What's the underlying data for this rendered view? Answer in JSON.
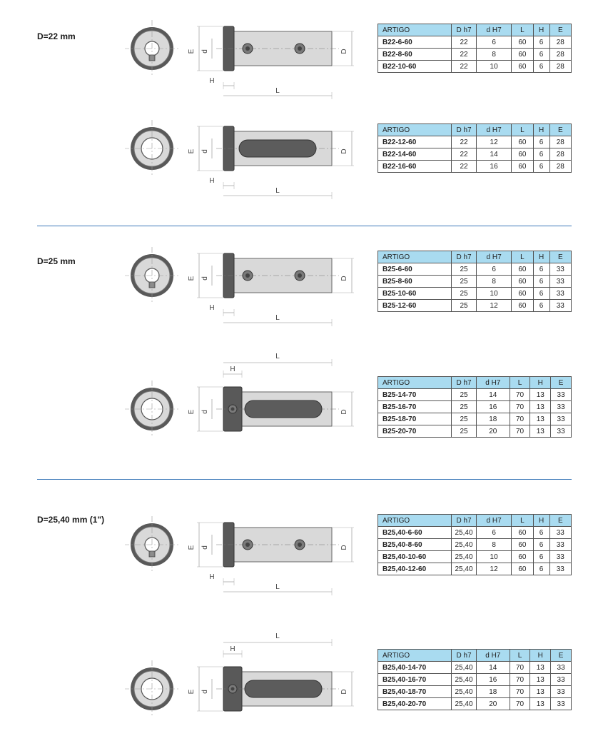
{
  "sections": [
    {
      "label": "D=22 mm"
    },
    {
      "label": "D=25 mm"
    },
    {
      "label": "D=25,40 mm (1\")"
    }
  ],
  "headers": [
    "ARTIGO",
    "D h7",
    "d H7",
    "L",
    "H",
    "E"
  ],
  "dims": {
    "E": "E",
    "d": "d",
    "D": "D",
    "H": "H",
    "L": "L"
  },
  "tables": [
    {
      "rows": [
        [
          "B22-6-60",
          "22",
          "6",
          "60",
          "6",
          "28"
        ],
        [
          "B22-8-60",
          "22",
          "8",
          "60",
          "6",
          "28"
        ],
        [
          "B22-10-60",
          "22",
          "10",
          "60",
          "6",
          "28"
        ]
      ]
    },
    {
      "rows": [
        [
          "B22-12-60",
          "22",
          "12",
          "60",
          "6",
          "28"
        ],
        [
          "B22-14-60",
          "22",
          "14",
          "60",
          "6",
          "28"
        ],
        [
          "B22-16-60",
          "22",
          "16",
          "60",
          "6",
          "28"
        ]
      ]
    },
    {
      "rows": [
        [
          "B25-6-60",
          "25",
          "6",
          "60",
          "6",
          "33"
        ],
        [
          "B25-8-60",
          "25",
          "8",
          "60",
          "6",
          "33"
        ],
        [
          "B25-10-60",
          "25",
          "10",
          "60",
          "6",
          "33"
        ],
        [
          "B25-12-60",
          "25",
          "12",
          "60",
          "6",
          "33"
        ]
      ]
    },
    {
      "rows": [
        [
          "B25-14-70",
          "25",
          "14",
          "70",
          "13",
          "33"
        ],
        [
          "B25-16-70",
          "25",
          "16",
          "70",
          "13",
          "33"
        ],
        [
          "B25-18-70",
          "25",
          "18",
          "70",
          "13",
          "33"
        ],
        [
          "B25-20-70",
          "25",
          "20",
          "70",
          "13",
          "33"
        ]
      ]
    },
    {
      "rows": [
        [
          "B25,40-6-60",
          "25,40",
          "6",
          "60",
          "6",
          "33"
        ],
        [
          "B25,40-8-60",
          "25,40",
          "8",
          "60",
          "6",
          "33"
        ],
        [
          "B25,40-10-60",
          "25,40",
          "10",
          "60",
          "6",
          "33"
        ],
        [
          "B25,40-12-60",
          "25,40",
          "12",
          "60",
          "6",
          "33"
        ]
      ]
    },
    {
      "rows": [
        [
          "B25,40-14-70",
          "25,40",
          "14",
          "70",
          "13",
          "33"
        ],
        [
          "B25,40-16-70",
          "25,40",
          "16",
          "70",
          "13",
          "33"
        ],
        [
          "B25,40-18-70",
          "25,40",
          "18",
          "70",
          "13",
          "33"
        ],
        [
          "B25,40-20-70",
          "25,40",
          "20",
          "70",
          "13",
          "33"
        ]
      ]
    }
  ],
  "colors": {
    "header_bg": "#a9dbf0",
    "divider": "#3b78b8",
    "part_body": "#d9d9d9",
    "part_collar": "#595959"
  }
}
